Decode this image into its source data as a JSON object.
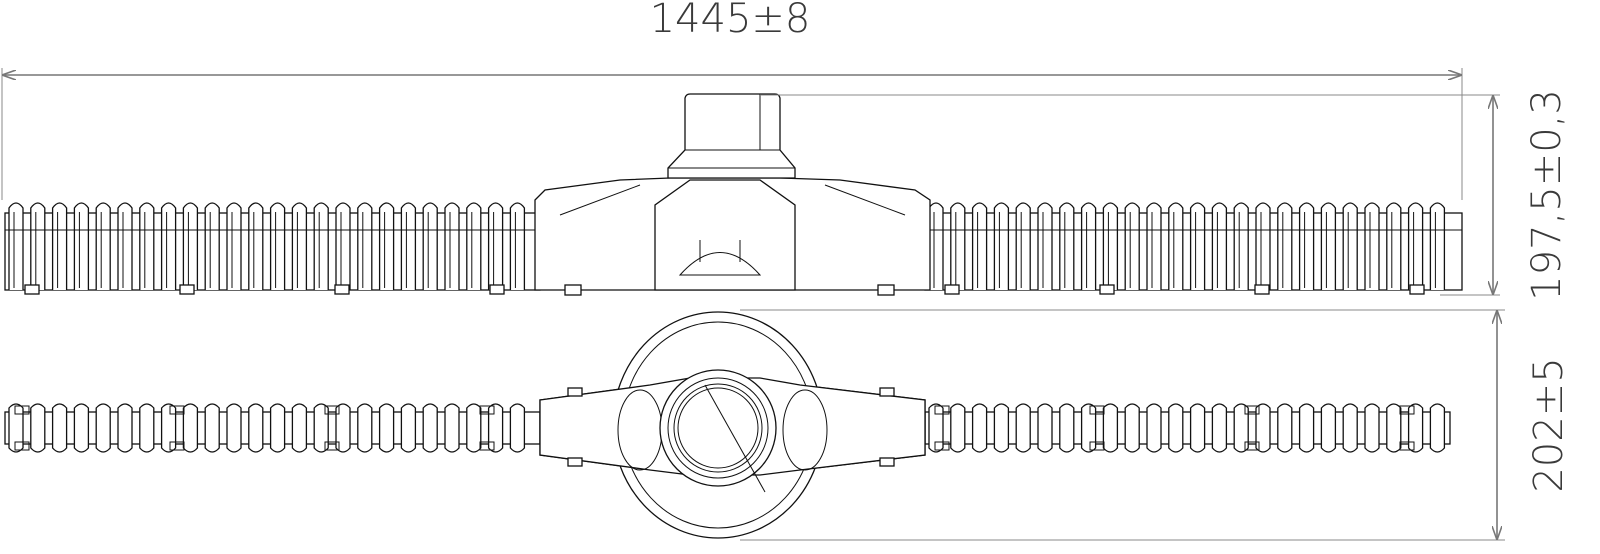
{
  "dimensions": {
    "overall_length": "1445±8",
    "side_height": "197,5±0,3",
    "top_width": "202±5"
  }
}
